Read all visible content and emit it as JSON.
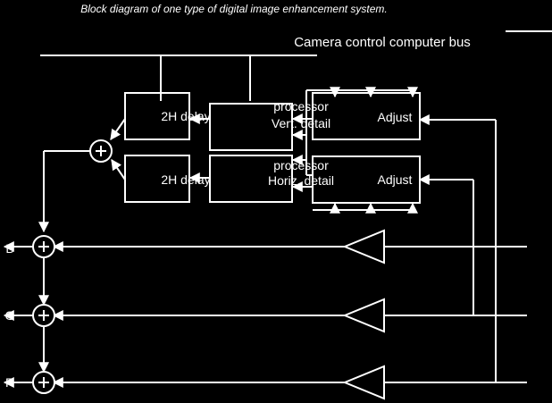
{
  "diagram": {
    "caption": "Block diagram of one type of digital image enhancement system.",
    "bus_label": "Camera control computer bus",
    "blocks": {
      "delay_top": "2H delay",
      "delay_bottom": "2H delay",
      "vert_line1": "Vert. detail",
      "vert_line2": "processor",
      "horiz_line1": "Horiz. detail",
      "horiz_line2": "processor",
      "adjust_top": "Adjust",
      "adjust_bottom": "Adjust"
    },
    "inputs": [
      "R",
      "G",
      "B"
    ],
    "colors": {
      "background": "#000000",
      "ink": "#ffffff"
    }
  }
}
